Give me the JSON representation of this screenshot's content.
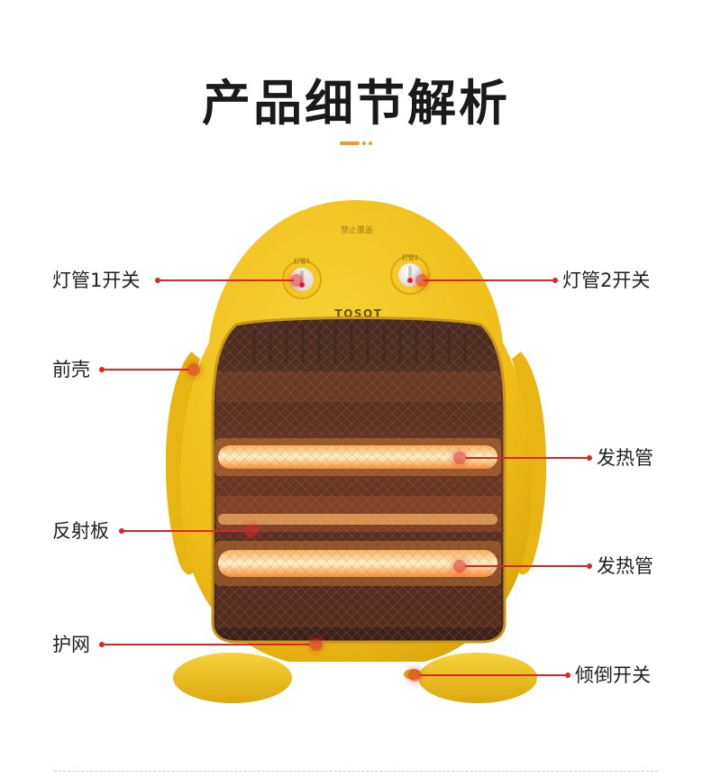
{
  "title": "产品细节解析",
  "colors": {
    "accent_orange": "#f29a1f",
    "marker_red": "#d9262b",
    "heater_yellow": "#f2c21a",
    "heater_shade": "#e2a910",
    "glow": "#ff9a3c"
  },
  "product": {
    "brand": "TOSOT",
    "top_marking": "禁止覆盖",
    "knob1_marking": "灯管1",
    "knob2_marking": "灯管2"
  },
  "callouts": [
    {
      "id": "tube1-switch",
      "text": "灯管1开关"
    },
    {
      "id": "tube2-switch",
      "text": "灯管2开关"
    },
    {
      "id": "front-shell",
      "text": "前壳"
    },
    {
      "id": "heating-tube-upper",
      "text": "发热管"
    },
    {
      "id": "reflector",
      "text": "反射板"
    },
    {
      "id": "heating-tube-lower",
      "text": "发热管"
    },
    {
      "id": "guard-mesh",
      "text": "护网"
    },
    {
      "id": "tip-over-switch",
      "text": "倾倒开关"
    }
  ]
}
